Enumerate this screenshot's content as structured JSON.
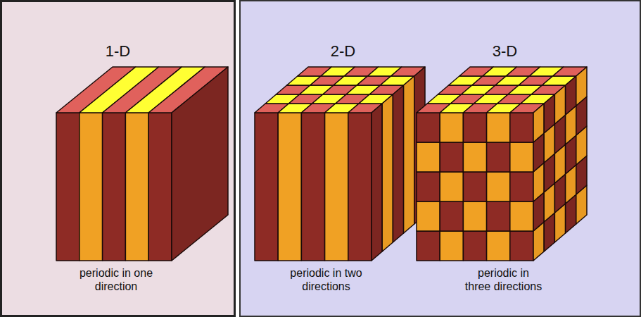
{
  "diagram": {
    "nodes": [
      {
        "text": [
          "1-D",
          "periodic in one direction"
        ]
      },
      {
        "text": [
          "2-D",
          "periodic in two directions"
        ]
      },
      {
        "text": [
          "3-D",
          "periodic in three directions"
        ]
      }
    ]
  }
}
